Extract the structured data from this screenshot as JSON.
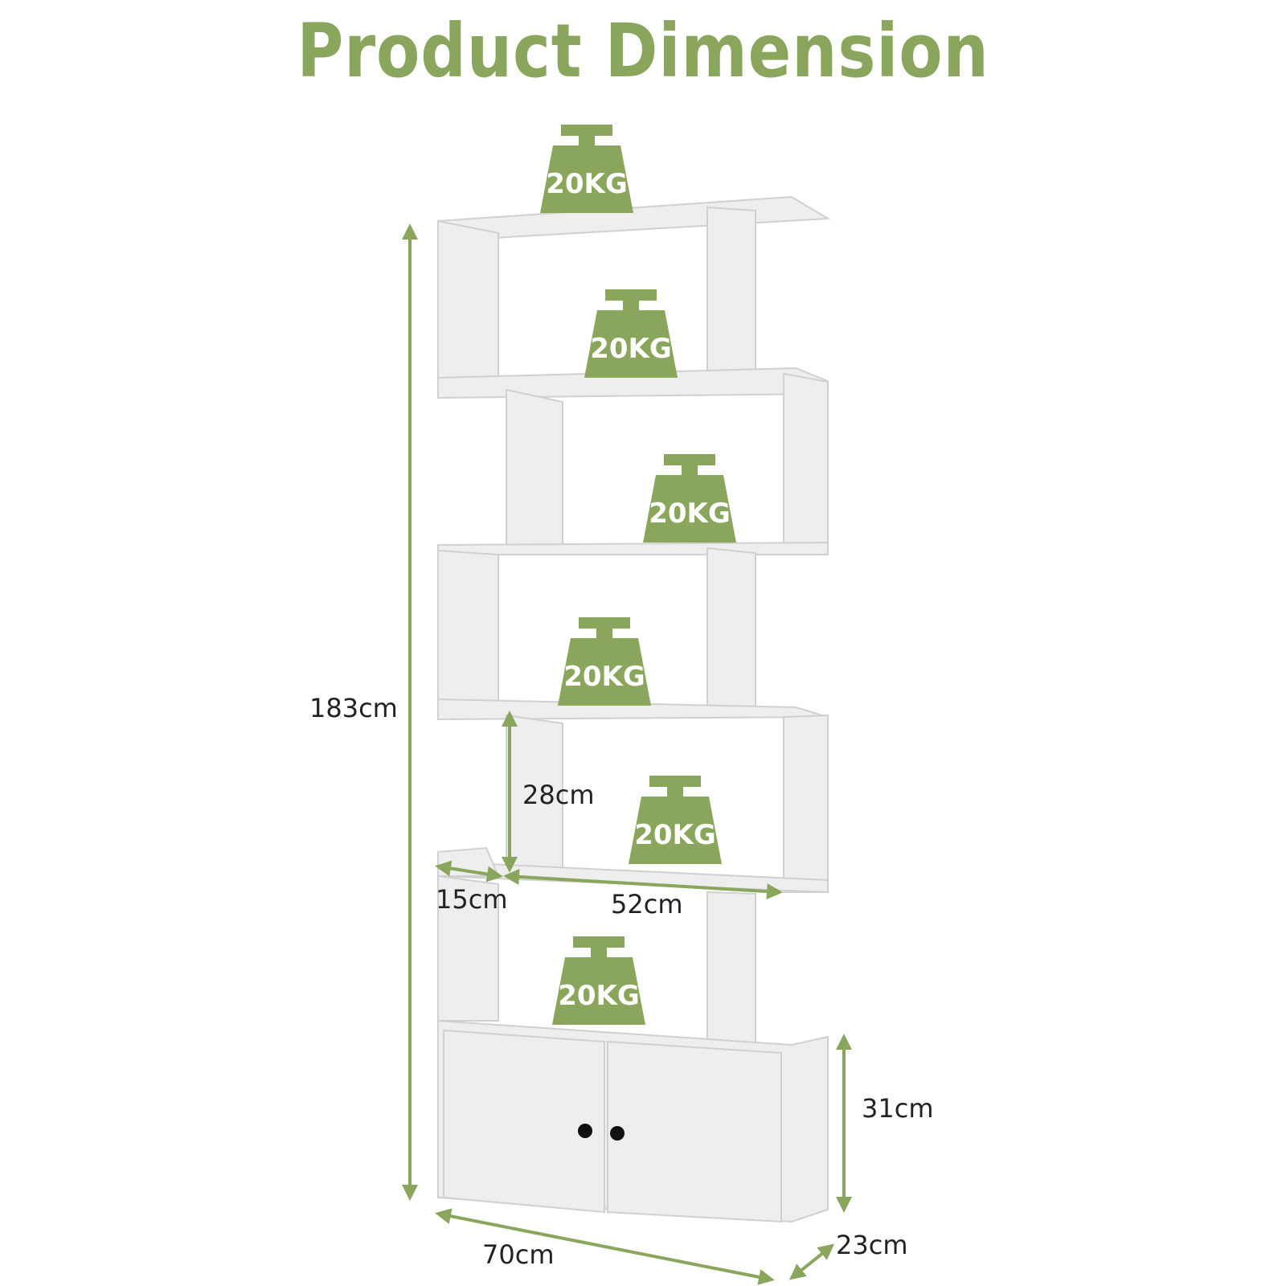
{
  "title": "Product Dimension",
  "colors": {
    "accent": "#8aa55c",
    "shelf": "#eeeeee",
    "shelf_edge": "#d0d0d0",
    "text": "#222222",
    "knob": "#111111"
  },
  "weights": [
    {
      "label": "20KG",
      "shelf": "top"
    },
    {
      "label": "20KG",
      "shelf": "shelf-2"
    },
    {
      "label": "20KG",
      "shelf": "shelf-3"
    },
    {
      "label": "20KG",
      "shelf": "shelf-4"
    },
    {
      "label": "20KG",
      "shelf": "shelf-5"
    },
    {
      "label": "20KG",
      "shelf": "cabinet-top"
    }
  ],
  "dimensions": {
    "total_height": "183cm",
    "shelf_height": "28cm",
    "shelf_depth_small": "15cm",
    "shelf_width": "52cm",
    "cabinet_height": "31cm",
    "total_width": "70cm",
    "total_depth": "23cm"
  }
}
